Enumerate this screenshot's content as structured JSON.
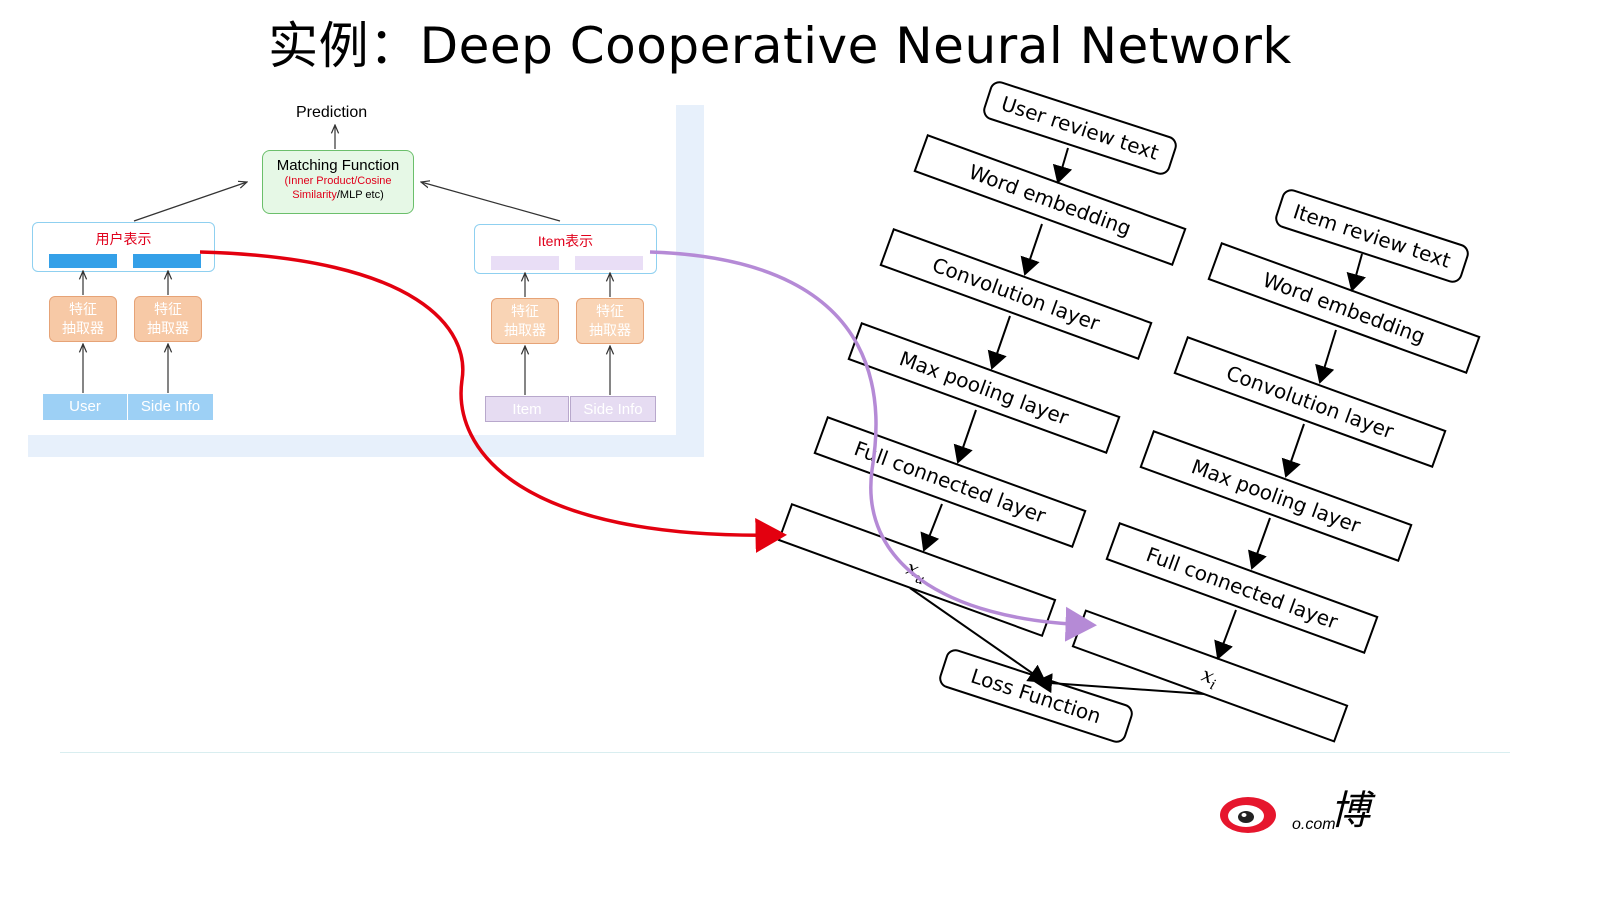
{
  "title": "实例：Deep Cooperative Neural Network",
  "left_panel": {
    "prediction": "Prediction",
    "matching_function": {
      "title": "Matching Function",
      "sub_red_1": "(Inner Product/Cosine",
      "sub_red_2": "Similarity",
      "sub_black": "/MLP etc)"
    },
    "user_repr": "用户表示",
    "item_repr": "Item表示",
    "feature_extractor": "特征\n抽取器",
    "user_inputs": [
      "User",
      "Side Info"
    ],
    "item_inputs": [
      "Item",
      "Side Info"
    ]
  },
  "right_diagram": {
    "user_branch": [
      "User review text",
      "Word embedding",
      "Convolution layer",
      "Max pooling layer",
      "Full connected layer"
    ],
    "item_branch": [
      "Item review text",
      "Word embedding",
      "Convolution layer",
      "Max pooling layer",
      "Full connected layer"
    ],
    "x_u": "x",
    "x_u_sub": "u",
    "x_i": "x",
    "x_i_sub": "i",
    "loss": "Loss Function"
  },
  "logo": {
    "text": "博",
    "url": "o.com"
  },
  "colors": {
    "red_arrow": "#e3000f",
    "purple_arrow": "#b58ad6",
    "blue_bar": "#34a0e8",
    "orange_box": "#f7c9a6"
  }
}
